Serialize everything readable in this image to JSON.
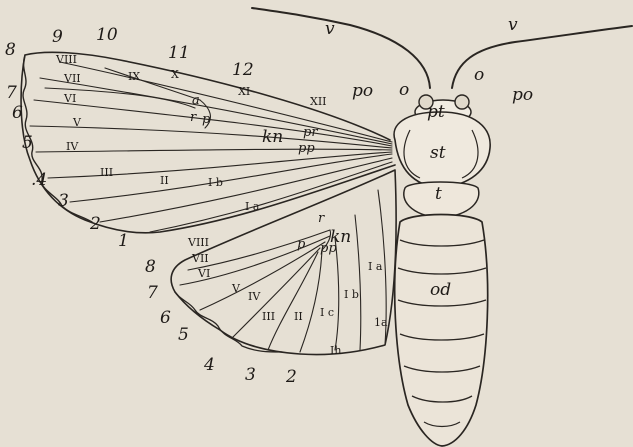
{
  "figure": {
    "background": "#e6e0d4",
    "ink": "#2a2622",
    "antenna_labels": [
      "v",
      "v"
    ],
    "head_labels": [
      "o",
      "o",
      "po",
      "po",
      "pt"
    ],
    "body_labels": [
      "st",
      "t",
      "od"
    ],
    "forewing_margin_numbers": [
      "1",
      "2",
      "3",
      ".4",
      "5",
      "6",
      "7",
      "8",
      "9",
      "10",
      "11",
      "12"
    ],
    "forewing_vein_numerals": [
      "I a",
      "I b",
      "II",
      "III",
      "IV",
      "V",
      "VI",
      "VII",
      "VIII",
      "IX",
      "X",
      "XI",
      "XII"
    ],
    "forewing_cell_labels": [
      "kn",
      "pr",
      "pp",
      "p",
      "r",
      "a"
    ],
    "hindwing_margin_numbers": [
      "2",
      "3",
      "4",
      "5",
      "6",
      "7",
      "8"
    ],
    "hindwing_vein_numerals": [
      "VIII",
      "VII",
      "VI",
      "V",
      "IV",
      "III",
      "II",
      "I c",
      "I b",
      "I a",
      "1a",
      "Ih"
    ],
    "hindwing_cell_labels": [
      "kn",
      "p",
      "pp",
      "r"
    ]
  }
}
